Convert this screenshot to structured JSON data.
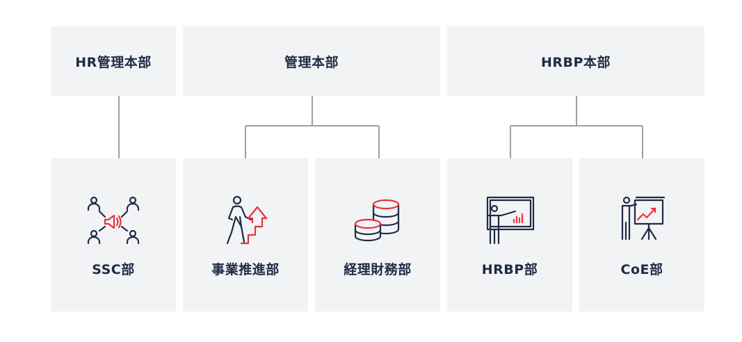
{
  "top_units": [
    {
      "label": "HR管理本部"
    },
    {
      "label": "管理本部"
    },
    {
      "label": "HRBP本部"
    }
  ],
  "sub_units": [
    {
      "label": "SSC部",
      "icon": "people-megaphone-icon"
    },
    {
      "label": "事業推進部",
      "icon": "walking-upward-arrow-icon"
    },
    {
      "label": "経理財務部",
      "icon": "coin-stacks-icon"
    },
    {
      "label": "HRBP部",
      "icon": "presenter-board-icon"
    },
    {
      "label": "CoE部",
      "icon": "presenter-chart-icon"
    }
  ],
  "colors": {
    "box_bg": "#f2f3f5",
    "text": "#1f2a44",
    "icon_navy": "#1f2a44",
    "accent_red": "#e8323c",
    "connector": "#9aa0ab"
  }
}
